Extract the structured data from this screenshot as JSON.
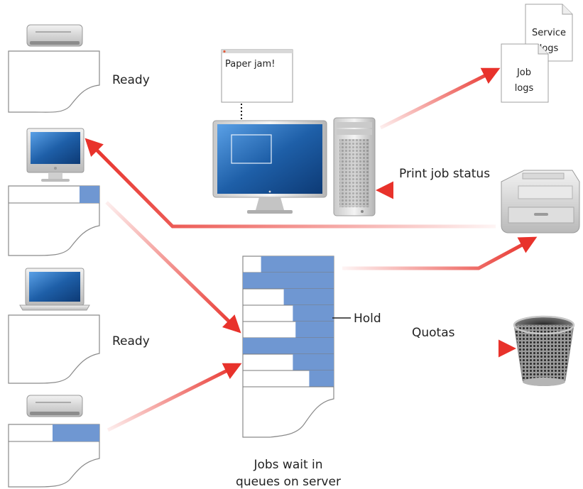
{
  "labels": {
    "ready_top": "Ready",
    "ready_bottom": "Ready",
    "paper_jam": "Paper jam!",
    "service_logs_1": "Service",
    "service_logs_2": "logs",
    "job_logs_1": "Job",
    "job_logs_2": "logs",
    "print_job_status": "Print job status",
    "hold": "Hold",
    "quotas": "Quotas",
    "queue_caption_1": "Jobs wait in",
    "queue_caption_2": "queues on server"
  },
  "colors": {
    "job_fill": "#6f97d2",
    "arrow": "#e8322b",
    "paper_stroke": "#8a8a8a",
    "screen_blue": "#1e5fa8"
  },
  "icons": [
    "mac-mini-icon",
    "imac-icon",
    "macbook-icon",
    "cinema-display-icon",
    "mac-pro-tower-icon",
    "printer-icon",
    "trash-can-icon",
    "log-document-icon"
  ]
}
